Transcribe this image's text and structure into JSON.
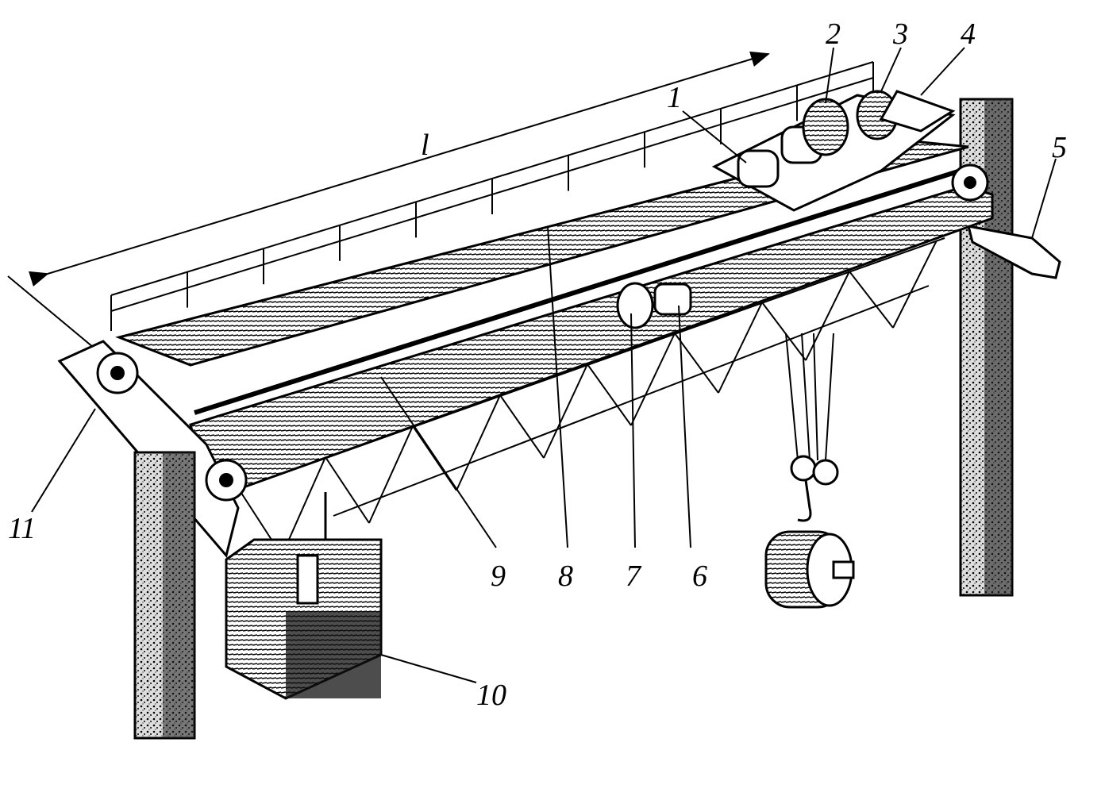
{
  "title": "Overhead bridge crane diagram",
  "dimension_label": "l",
  "callouts": [
    {
      "id": "1",
      "text": "1"
    },
    {
      "id": "2",
      "text": "2"
    },
    {
      "id": "3",
      "text": "3"
    },
    {
      "id": "4",
      "text": "4"
    },
    {
      "id": "5",
      "text": "5"
    },
    {
      "id": "6",
      "text": "6"
    },
    {
      "id": "7",
      "text": "7"
    },
    {
      "id": "8",
      "text": "8"
    },
    {
      "id": "9",
      "text": "9"
    },
    {
      "id": "10",
      "text": "10"
    },
    {
      "id": "11",
      "text": "11"
    }
  ]
}
